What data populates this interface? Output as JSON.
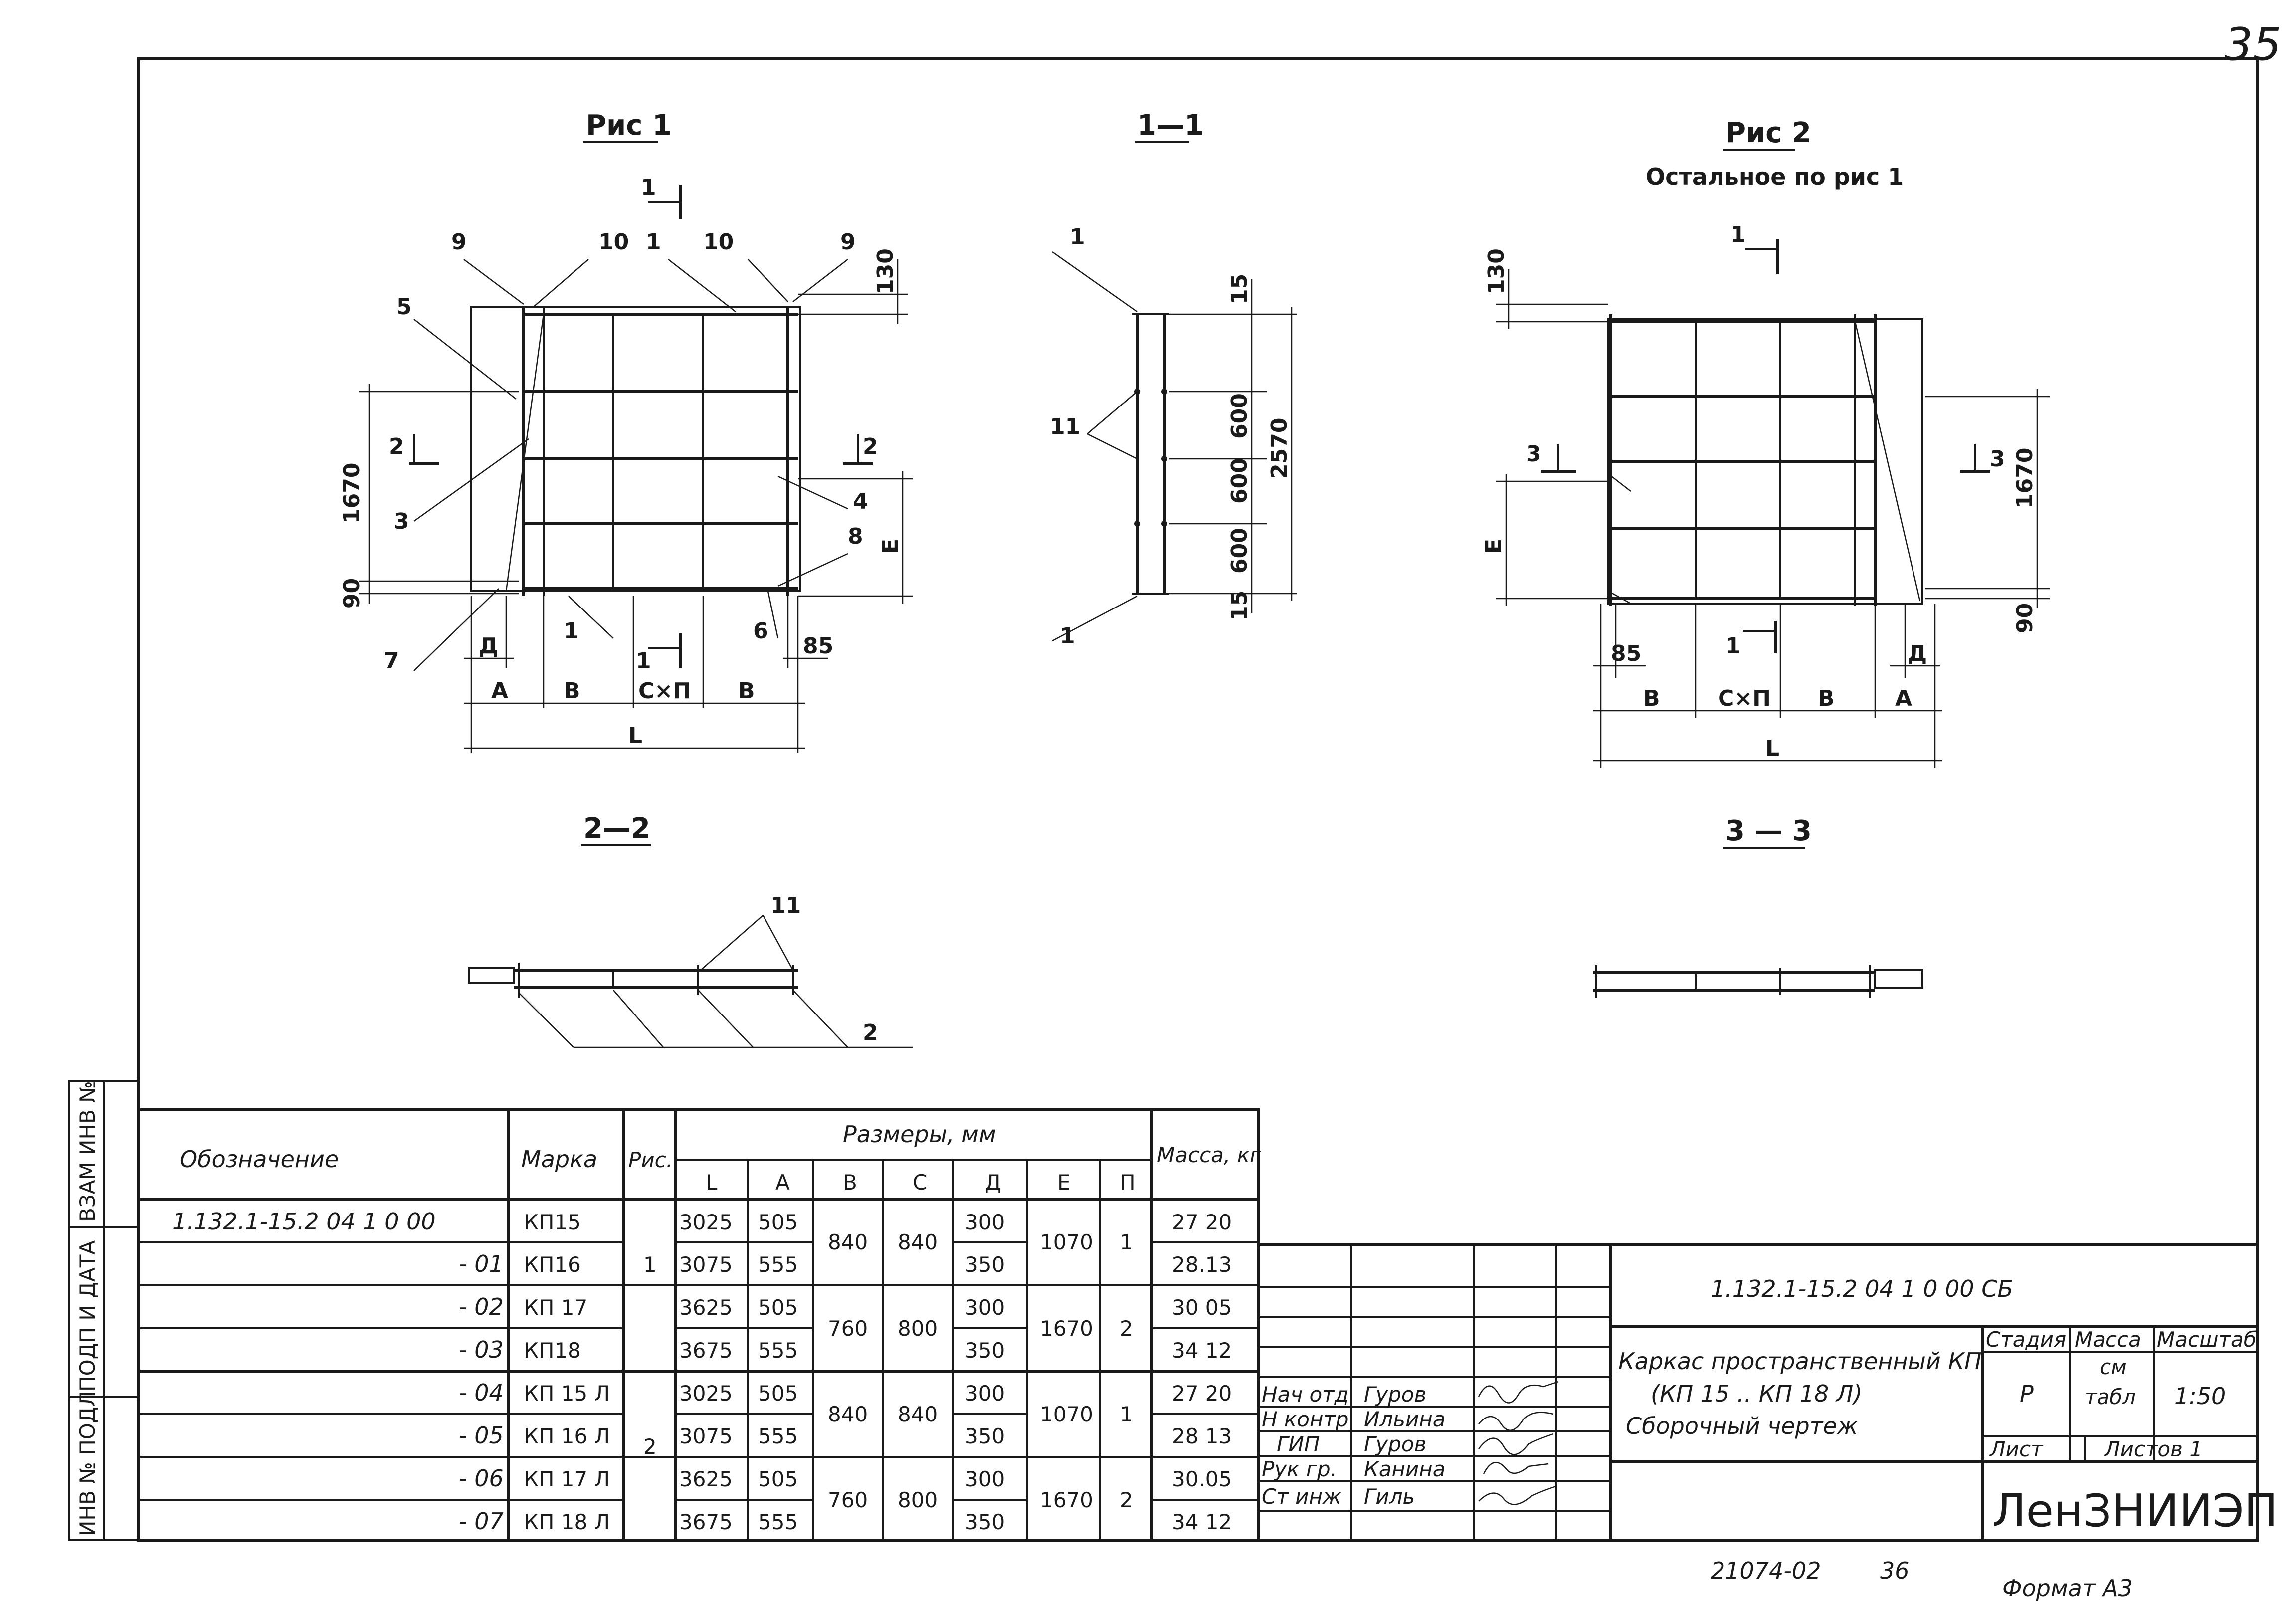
{
  "page_number": "35",
  "figures": {
    "fig1_title": "Рис 1",
    "sec11_title": "1—1",
    "fig2_title": "Рис 2",
    "fig2_subtitle": "Остальное по рис 1",
    "sec22_title": "2—2",
    "sec33_title": "3 — 3"
  },
  "fig1_labels": {
    "p9a": "9",
    "p10a": "10",
    "p1": "1",
    "p10b": "10",
    "p9b": "9",
    "p5": "5",
    "p3": "3",
    "p7": "7",
    "p4": "4",
    "p8": "8",
    "p6": "6",
    "p1b": "1",
    "cut1_top": "1",
    "cut1_bot": "1",
    "cut2_l": "2",
    "cut2_r": "2",
    "d130": "130",
    "d1670": "1670",
    "d90": "90",
    "dE": "Е",
    "dD": "Д",
    "d85": "85",
    "dA": "А",
    "dB1": "В",
    "dCn": "С×П",
    "dB2": "В",
    "dL": "L"
  },
  "sec11_labels": {
    "p1a": "1",
    "p11": "11",
    "p1b": "1",
    "d15a": "15",
    "d600a": "600",
    "d600b": "600",
    "d600c": "600",
    "d15b": "15",
    "d2570": "2570"
  },
  "fig2_labels": {
    "d130": "130",
    "cut1_top": "1",
    "cut1_bot": "1",
    "cut3_l": "3",
    "cut3_r": "3",
    "dE": "Е",
    "d1670": "1670",
    "d90": "90",
    "d85": "85",
    "dD": "Д",
    "dB1": "В",
    "dCn": "С×П",
    "dB2": "В",
    "dA": "А",
    "dL": "L"
  },
  "sec22_labels": {
    "p11": "11",
    "p2": "2"
  },
  "side_stamp": [
    "ВЗАМ ИНВ №",
    "ПОДП И ДАТА",
    "ИНВ № ПОДЛ"
  ],
  "table": {
    "col_designation": "Обозначение",
    "col_mark": "Марка",
    "col_fig": "Рис.",
    "col_sizes": "Размеры, мм",
    "col_mass": "Масса, кг",
    "dims": [
      "L",
      "А",
      "В",
      "С",
      "Д",
      "Е",
      "П"
    ],
    "rows": [
      {
        "designation": "1.132.1-15.2  04 1 0 00",
        "mark": "КП15",
        "L": "3025",
        "A": "505",
        "D": "300",
        "mass": "27 20"
      },
      {
        "designation": "- 01",
        "mark": "КП16",
        "L": "3075",
        "A": "555",
        "D": "350",
        "mass": "28.13"
      },
      {
        "designation": "- 02",
        "mark": "КП 17",
        "L": "3625",
        "A": "505",
        "D": "300",
        "mass": "30 05"
      },
      {
        "designation": "- 03",
        "mark": "КП18",
        "L": "3675",
        "A": "555",
        "D": "350",
        "mass": "34 12"
      },
      {
        "designation": "- 04",
        "mark": "КП 15 Л",
        "L": "3025",
        "A": "505",
        "D": "300",
        "mass": "27 20"
      },
      {
        "designation": "- 05",
        "mark": "КП 16 Л",
        "L": "3075",
        "A": "555",
        "D": "350",
        "mass": "28 13"
      },
      {
        "designation": "- 06",
        "mark": "КП 17 Л",
        "L": "3625",
        "A": "505",
        "D": "300",
        "mass": "30.05"
      },
      {
        "designation": "- 07",
        "mark": "КП 18 Л",
        "L": "3675",
        "A": "555",
        "D": "350",
        "mass": "34 12"
      }
    ],
    "fig_groups": [
      "1",
      "2"
    ],
    "merged_groups": [
      {
        "B": "840",
        "C": "840",
        "E": "1070",
        "P": "1"
      },
      {
        "B": "760",
        "C": "800",
        "E": "1670",
        "P": "2"
      },
      {
        "B": "840",
        "C": "840",
        "E": "1070",
        "P": "1"
      },
      {
        "B": "760",
        "C": "800",
        "E": "1670",
        "P": "2"
      }
    ]
  },
  "title_block": {
    "code": "1.132.1-15.2    04  1  0  00 СБ",
    "title_line1": "Каркас пространственный КП",
    "title_line2": "(КП 15 .. КП 18 Л)",
    "title_line3": "Сборочный  чертеж",
    "stage_label": "Стадия",
    "mass_label": "Масса",
    "scale_label": "Масштаб",
    "stage": "Р",
    "mass_line1": "см",
    "mass_line2": "табл",
    "scale": "1:50",
    "sheet_label": "Лист",
    "sheets_label": "Листов 1",
    "org": "ЛенЗНИИЭП",
    "roles": [
      {
        "role": "Нач отд",
        "name": "Гуров"
      },
      {
        "role": "Н контр",
        "name": "Ильина"
      },
      {
        "role": "ГИП",
        "name": "Гуров"
      },
      {
        "role": "Рук гр.",
        "name": "Канина"
      },
      {
        "role": "Ст инж",
        "name": "Гиль"
      }
    ]
  },
  "footer": {
    "archive_number": "21074-02",
    "archive_page": "36",
    "format": "Формат А3"
  }
}
